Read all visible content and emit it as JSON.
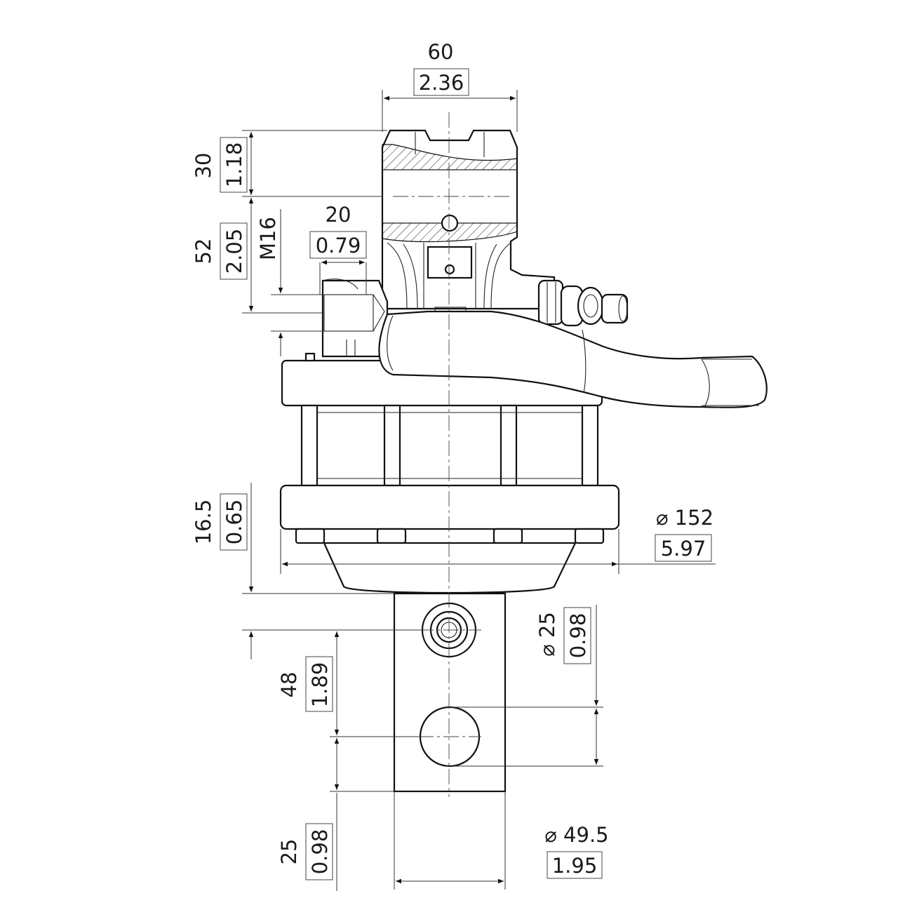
{
  "dimensions": {
    "top_width": {
      "mm": "60",
      "inch": "2.36"
    },
    "eye_height": {
      "mm": "30",
      "inch": "1.18"
    },
    "eye_to_port": {
      "mm": "52",
      "inch": "2.05"
    },
    "thread": {
      "label": "M16"
    },
    "port_offset": {
      "mm": "20",
      "inch": "0.79"
    },
    "flange_height": {
      "mm": "16.5",
      "inch": "0.65"
    },
    "flange_diameter": {
      "mm": "⌀ 152",
      "inch": "5.97"
    },
    "bolt_diameter": {
      "mm": "⌀ 25",
      "inch": "0.98"
    },
    "hole_spacing": {
      "mm": "48",
      "inch": "1.89"
    },
    "bottom_length": {
      "mm": "25",
      "inch": "0.98"
    },
    "shaft_diameter": {
      "mm": "⌀ 49.5",
      "inch": "1.95"
    }
  },
  "colors": {
    "line": "#111111",
    "background": "#ffffff"
  }
}
